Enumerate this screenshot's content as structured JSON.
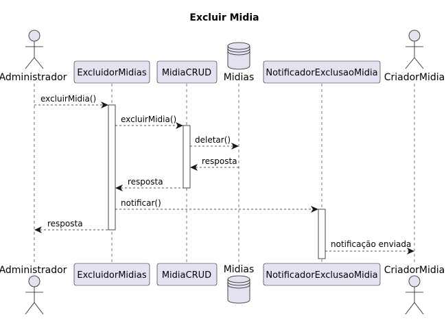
{
  "title": "Excluir Midia",
  "participants": [
    {
      "id": "administrador",
      "label": "Administrador",
      "kind": "actor"
    },
    {
      "id": "excluidor",
      "label": "ExcluidorMidias",
      "kind": "participant"
    },
    {
      "id": "crud",
      "label": "MidiaCRUD",
      "kind": "participant"
    },
    {
      "id": "midias",
      "label": "Midias",
      "kind": "database"
    },
    {
      "id": "notificador",
      "label": "NotificadorExclusaoMidia",
      "kind": "participant"
    },
    {
      "id": "criador",
      "label": "CriadorMidia",
      "kind": "actor"
    }
  ],
  "messages": [
    {
      "from": "administrador",
      "to": "excluidor",
      "label": "excluirMidia()"
    },
    {
      "from": "excluidor",
      "to": "crud",
      "label": "excluirMidia()"
    },
    {
      "from": "crud",
      "to": "midias",
      "label": "deletar()"
    },
    {
      "from": "midias",
      "to": "crud",
      "label": "resposta"
    },
    {
      "from": "crud",
      "to": "excluidor",
      "label": "resposta"
    },
    {
      "from": "excluidor",
      "to": "notificador",
      "label": "notificar()"
    },
    {
      "from": "excluidor",
      "to": "administrador",
      "label": "resposta"
    },
    {
      "from": "notificador",
      "to": "criador",
      "label": "notificação enviada"
    }
  ],
  "colors": {
    "participant_fill": "#E2E2F0",
    "line": "#181818",
    "activation_fill": "#FFFFFF"
  }
}
